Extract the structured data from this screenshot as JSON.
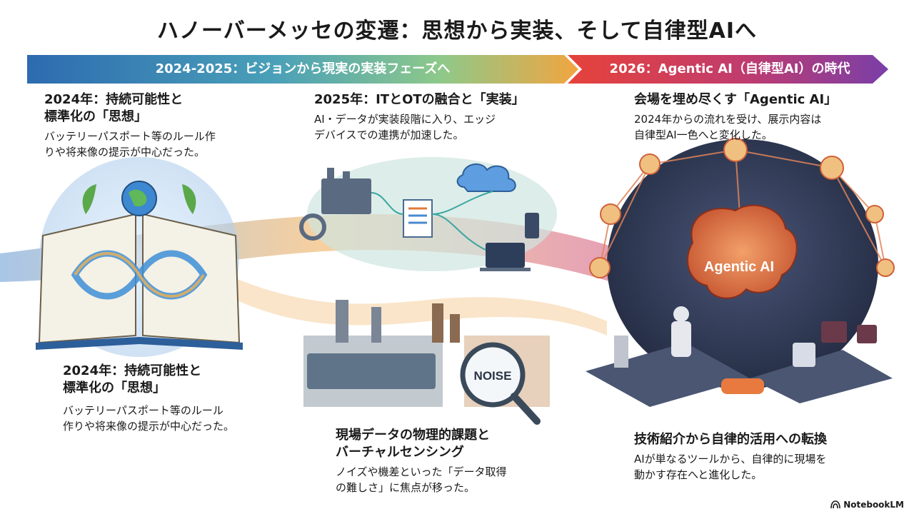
{
  "title": "ハノーバーメッセの変遷：思想から実装、そして自律型AIへ",
  "banner": {
    "left": "2024-2025：ビジョンから現実の実装フェーズへ",
    "right": "2026：Agentic AI（自律型AI）の時代"
  },
  "sections": {
    "s2024_top": {
      "heading_line1": "2024年：持続可能性と",
      "heading_line2": "標準化の「思想」",
      "body_line1": "バッテリーパスポート等のルール作",
      "body_line2": "りや将来像の提示が中心だった。"
    },
    "s2024_bottom": {
      "heading_line1": "2024年：持続可能性と",
      "heading_line2": "標準化の「思想」",
      "body_line1": "バッテリーパスポート等のルール",
      "body_line2": "作りや将来像の提示が中心だった。"
    },
    "s2025_top": {
      "heading": "2025年：ITとOTの融合と「実装」",
      "body_line1": "AI・データが実装段階に入り、エッジ",
      "body_line2": "デバイスでの連携が加速した。"
    },
    "s2025_bottom": {
      "heading_line1": "現場データの物理的課題と",
      "heading_line2": "バーチャルセンシング",
      "body_line1": "ノイズや機差といった「データ取得",
      "body_line2": "の難しさ」に焦点が移った。"
    },
    "s2026_top": {
      "heading": "会場を埋め尽くす「Agentic AI」",
      "body_line1": "2024年からの流れを受け、展示内容は",
      "body_line2": "自律型AI一色へと変化した。"
    },
    "s2026_bottom": {
      "heading": "技術紹介から自律的活用への転換",
      "body_line1": "AIが単なるツールから、自律的に現場を",
      "body_line2": "動かす存在へと進化した。"
    }
  },
  "illustration_labels": {
    "noise": "NOISE",
    "brain": "Agentic AI"
  },
  "footer": "NotebookLM",
  "colors": {
    "banner_start": "#2e6fb0",
    "banner_mid": "#8cc98a",
    "banner_end": "#f0a040",
    "banner_right_start": "#e8413a",
    "banner_right_end": "#7b3fa8"
  }
}
